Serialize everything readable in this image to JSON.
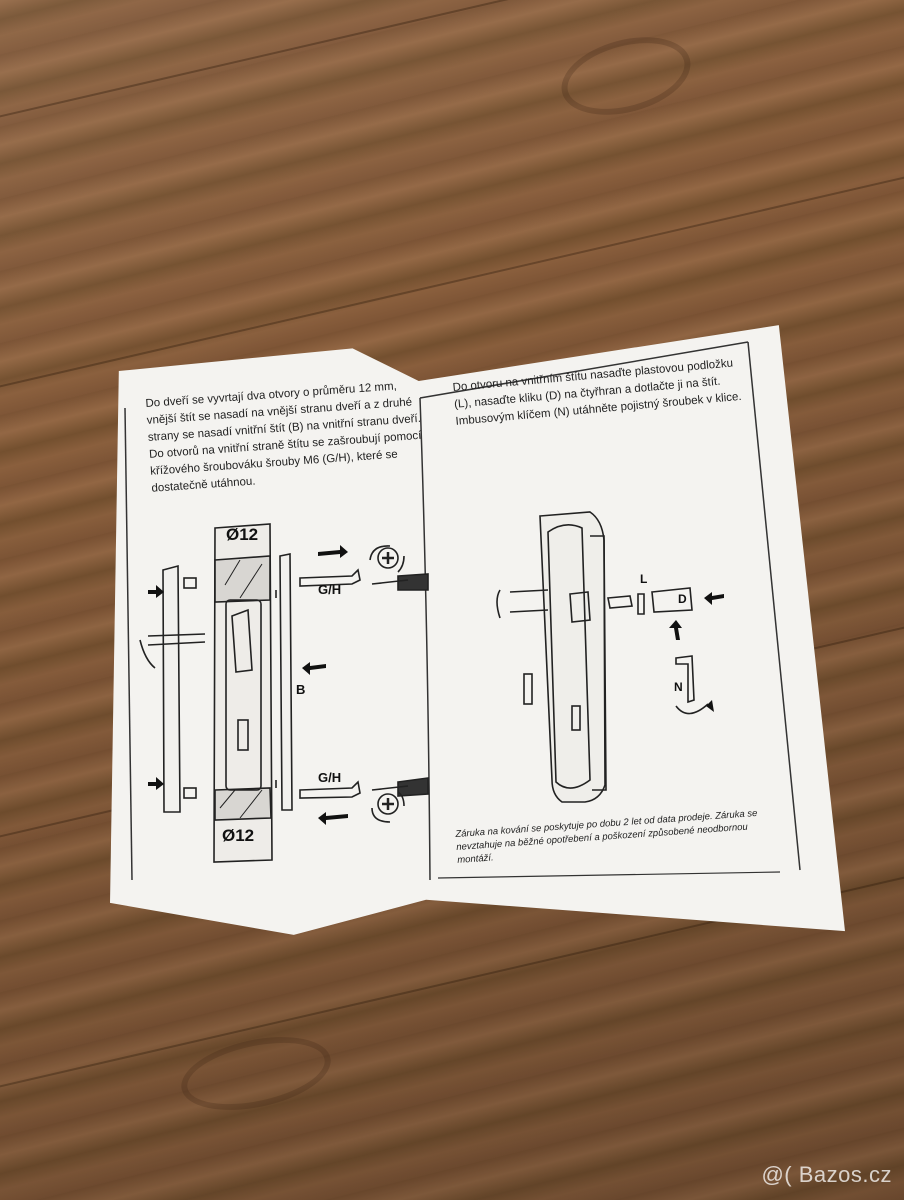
{
  "left_text": "Do dveří se vyvrtají dva otvory o průměru 12 mm, vnější štít se nasadí na vnější stranu dveří a z druhé strany se nasadí vnitřní štít (B) na vnitřní stranu dveří. Do otvorů na vnitřní straně štítu se zašroubují pomocí křížového šroubováku šrouby M6 (G/H), které se dostatečně utáhnou.",
  "right_text": "Do otvoru na vnitřním štítu nasaďte plastovou podložku (L), nasaďte kliku (D) na čtyřhran a dotlačte ji na štít. Imbusovým klíčem (N) utáhněte pojistný šroubek v klice.",
  "warranty_text": "Záruka na kování se poskytuje po dobu 2 let od data prodeje. Záruka se nevztahuje na běžné opotřebení a poškození způsobené neodbornou montáží.",
  "labels": {
    "diameter_top": "Ø12",
    "diameter_bottom": "Ø12",
    "screw_top": "G/H",
    "screw_bottom": "G/H",
    "shield": "B",
    "washer": "L",
    "handle": "D",
    "key": "N"
  },
  "watermark": "@( Bazos.cz"
}
